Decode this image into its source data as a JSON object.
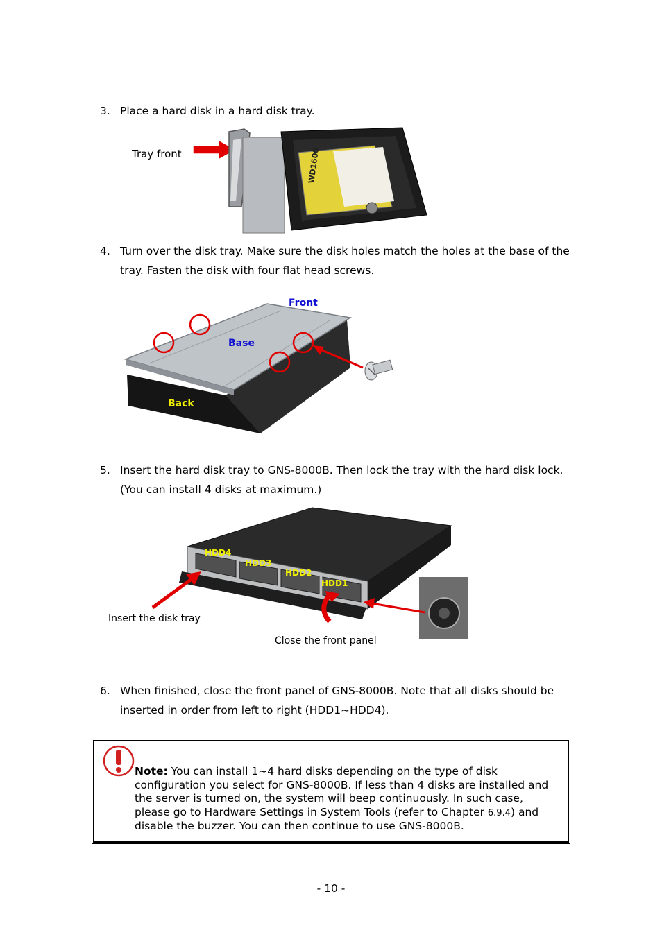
{
  "steps": [
    {
      "num": "3.",
      "text": "Place a hard disk in a hard disk tray."
    },
    {
      "num": "4.",
      "text": "Turn over the disk tray.  Make sure the disk holes match the holes at the base of the tray.  Fasten the disk with four flat head screws."
    },
    {
      "num": "5.",
      "text": "Insert the hard disk tray to GNS-8000B.  Then lock the tray with the hard disk lock.  (You can install 4 disks at maximum.)"
    },
    {
      "num": "6.",
      "text": "When finished, close the front panel of GNS-8000B.  Note that all disks should be inserted in order from left to right (HDD1~HDD4)."
    }
  ],
  "figure1": {
    "label": "Tray front",
    "disk_label": "WD1600"
  },
  "figure2": {
    "front": "Front",
    "base": "Base",
    "back": "Back"
  },
  "figure3": {
    "hdd4": "HDD4",
    "hdd3": "HDD3",
    "hdd2": "HDD2",
    "hdd1": "HDD1",
    "insert_caption": "Insert the disk tray",
    "close_caption": "Close the front panel"
  },
  "note": {
    "title": "Note:",
    "body": " You can install 1~4 hard disks depending on the type of disk configuration you select for GNS-8000B.  If less than 4 disks are installed and the server is turned on, the system will beep continuously.  In such case, please go to Hardware Settings in System Tools (refer to Chapter ",
    "chapter": "6.9.4",
    "tail": ") and disable the buzzer.  You can then continue to use GNS-8000B."
  },
  "page_number": "- 10 -"
}
